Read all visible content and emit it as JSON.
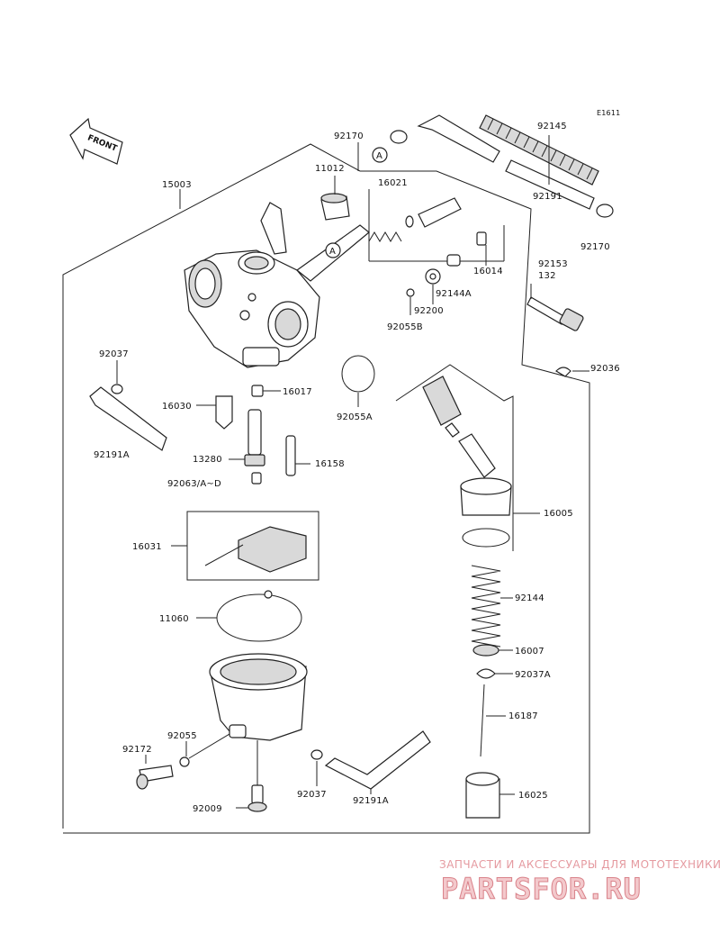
{
  "diagram": {
    "ref_code": "E1611",
    "front_label": "FRONT",
    "callout_letter": "A",
    "labels": {
      "p15003": "15003",
      "p11012": "11012",
      "p92170_top": "92170",
      "p16021": "16021",
      "p92145": "92145",
      "p92191": "92191",
      "p92170_right": "92170",
      "p16014": "16014",
      "p92144a": "92144A",
      "p92200": "92200",
      "p92055b": "92055B",
      "p92153": "92153",
      "p132": "132",
      "p92036": "92036",
      "p92037_left": "92037",
      "p16030": "16030",
      "p16017": "16017",
      "p92055a": "92055A",
      "p92191a_left": "92191A",
      "p13280": "13280",
      "p16158": "16158",
      "p92063": "92063/A~D",
      "p16005": "16005",
      "p16031": "16031",
      "p92144": "92144",
      "p11060": "11060",
      "p16007": "16007",
      "p92037a": "92037A",
      "p16187": "16187",
      "p92055": "92055",
      "p92172": "92172",
      "p92037_bottom": "92037",
      "p92191a_bottom": "92191A",
      "p92009": "92009",
      "p16025": "16025"
    }
  },
  "watermark": {
    "caption": "ЗАПЧАСТИ И АКСЕССУАРЫ ДЛЯ МОТОТЕХНИКИ",
    "site": "PARTSFOR.RU"
  }
}
